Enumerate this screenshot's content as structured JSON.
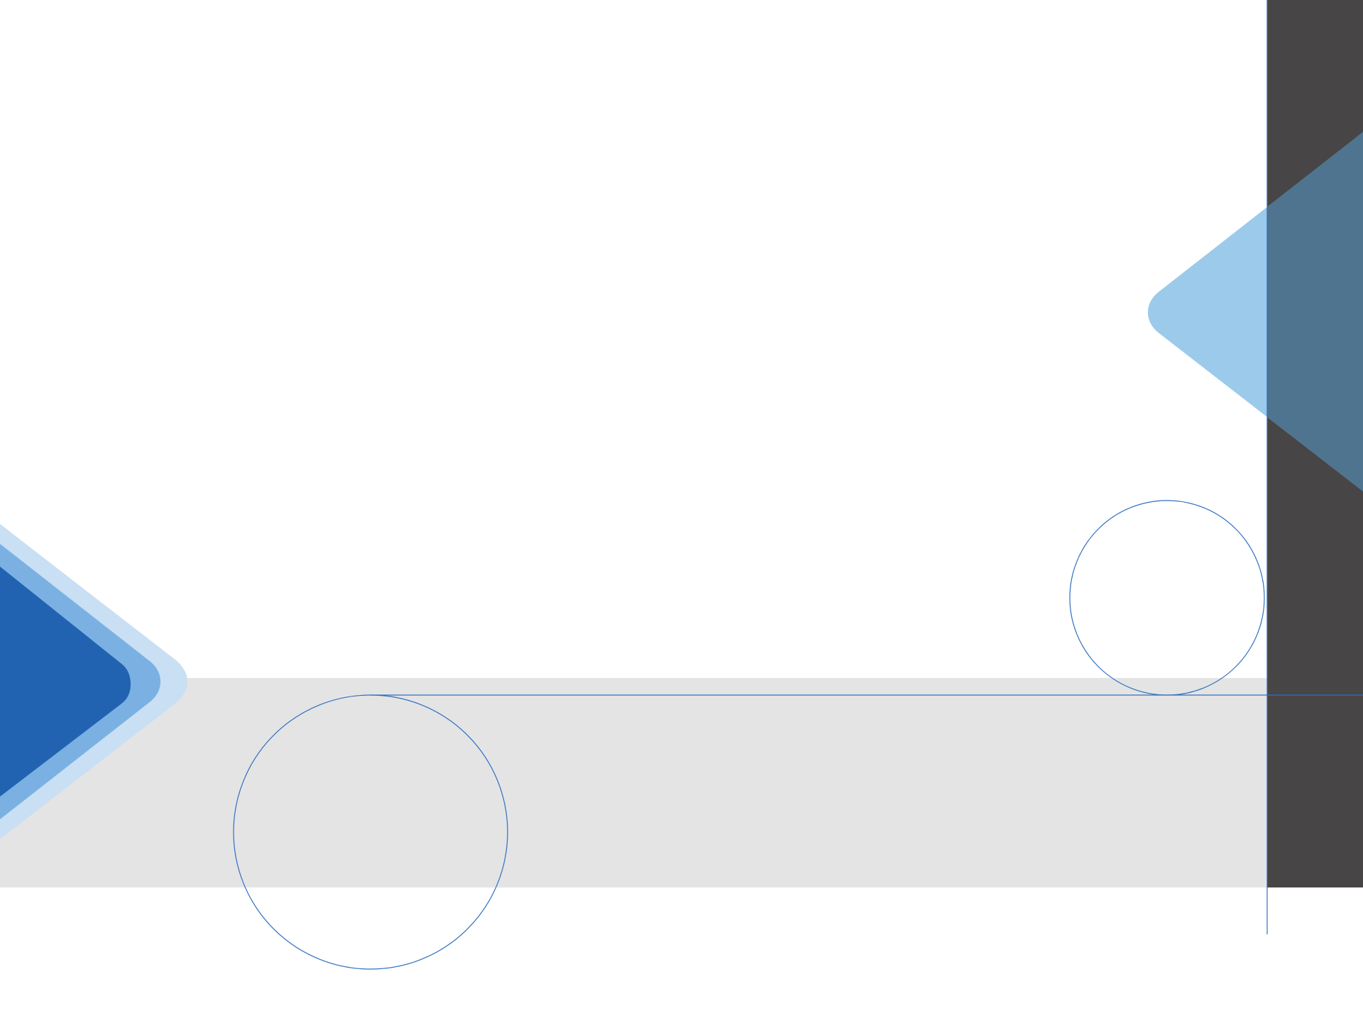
{
  "colors": {
    "background": "#ffffff",
    "band": "#e4e4e5",
    "dark_panel": "#484546",
    "outline": "#2f6fbf",
    "chevron_outer": "#c9dff3",
    "chevron_middle": "#7ab1e2",
    "chevron_inner": "#2163b1",
    "arrow_light": "#9ccaea",
    "arrow_on_dark": "#4f748f"
  },
  "shapes": {
    "left_chevron": "chevron-arrow-right",
    "right_arrow": "chevron-arrow-left",
    "small_circle": "circle-outline",
    "large_circle": "circle-outline"
  }
}
